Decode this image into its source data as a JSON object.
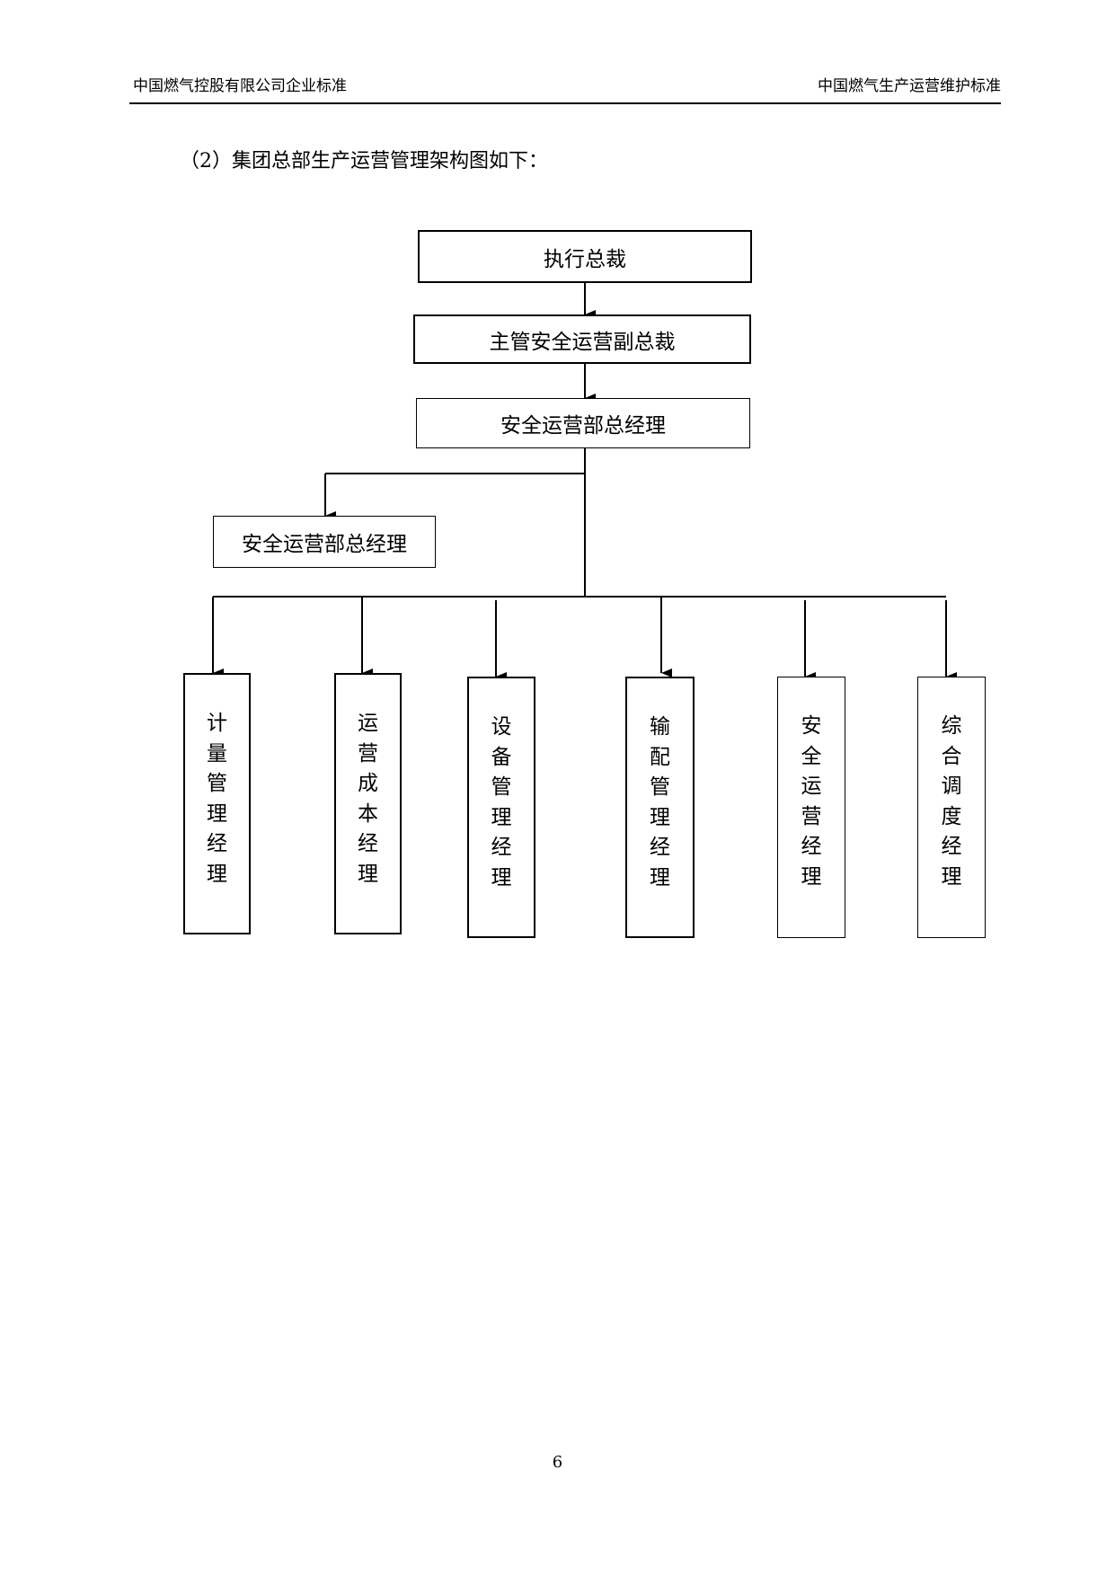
{
  "header": {
    "left": "中国燃气控股有限公司企业标准",
    "right": "中国燃气生产运营维护标准"
  },
  "section_heading": "（2）集团总部生产运营管理架构图如下：",
  "org_chart": {
    "level1": "执行总裁",
    "level2": "主管安全运营副总裁",
    "level3": "安全运营部总经理",
    "side_box": "安全运营部总经理",
    "managers": [
      "计\n量\n管\n理\n经\n理",
      "运\n营\n成\n本\n经\n理",
      "设\n备\n管\n理\n经\n理",
      "输\n配\n管\n理\n经\n理",
      "安\n全\n运\n营\n经\n理",
      "综\n合\n调\n度\n经\n理"
    ]
  },
  "page_number": "6"
}
